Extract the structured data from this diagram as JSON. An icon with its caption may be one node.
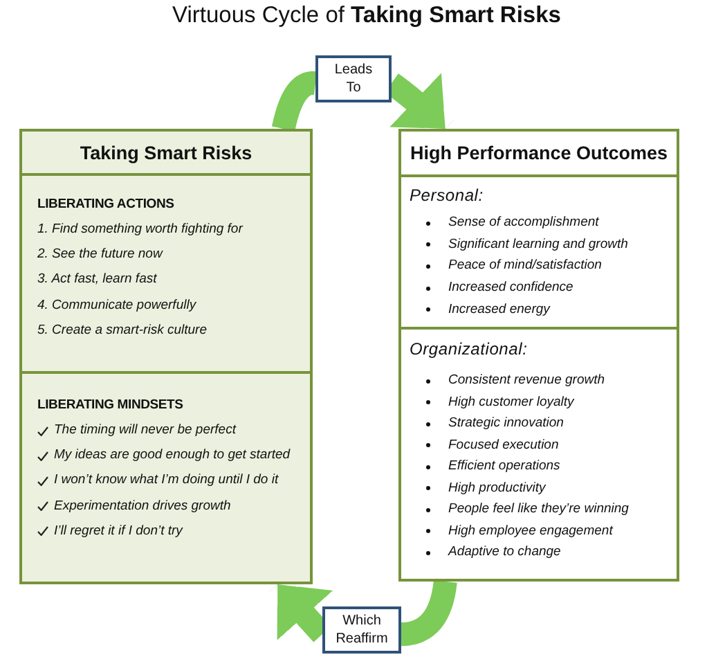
{
  "diagram": {
    "title": "Virtuous Cycle of **Taking Smart Risks**",
    "nodes": [
      {
        "text": [
          "Leads To"
        ]
      },
      {
        "text": [
          "Taking Smart Risks"
        ]
      },
      {
        "text": [
          "LIBERATING ACTIONS",
          "1. Find something worth fighting for",
          "2. See the future now",
          "3. Act fast, learn fast",
          "4. Communicate powerfully",
          "5. Create a smart-risk culture"
        ],
        "in": 1
      },
      {
        "text": [
          "LIBERATING MINDSETS",
          "The timing will never be perfect",
          "My ideas are good enough to get started",
          "I won’t know what I’m doing until I do it",
          "Experimentation drives growth",
          "I’ll regret it if I don’t try"
        ],
        "in": 1
      },
      {
        "text": [
          "High Performance Outcomes"
        ]
      },
      {
        "text": [
          "Personal:",
          "Sense of accomplishment",
          "Significant learning and growth",
          "Peace of mind/satisfaction",
          "Increased confidence",
          "Increased energy"
        ],
        "in": 4
      },
      {
        "text": [
          "Organizational:",
          "Consistent revenue growth",
          "High customer loyalty",
          "Strategic innovation",
          "Focused execution",
          "Efficient operations",
          "High productivity",
          "People feel like they’re winning",
          "High employee engagement",
          "Adaptive to change"
        ],
        "in": 4
      },
      {
        "text": [
          "Which Reaffirm"
        ]
      }
    ],
    "edges": [
      {
        "from": 1,
        "to": 0,
        "arrow": "none"
      },
      {
        "from": 0,
        "to": 4,
        "arrow": "to"
      },
      {
        "from": 4,
        "to": 7,
        "arrow": "none"
      },
      {
        "from": 7,
        "to": 1,
        "arrow": "to"
      }
    ]
  }
}
